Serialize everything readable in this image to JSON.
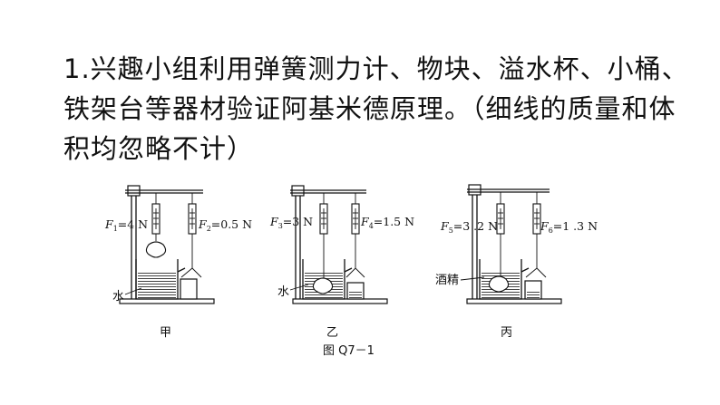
{
  "question": {
    "text": "1.兴趣小组利用弹簧测力计、物块、溢水杯、小桶、铁架台等器材验证阿基米德原理。（细线的质量和体积均忽略不计）"
  },
  "setups": [
    {
      "caption": "甲",
      "liquid_label": "水",
      "left_reading": {
        "sym": "F",
        "sub": "1",
        "val": "=4 N"
      },
      "right_reading": {
        "sym": "F",
        "sub": "2",
        "val": "=0.5 N"
      }
    },
    {
      "caption": "乙",
      "liquid_label": "水",
      "left_reading": {
        "sym": "F",
        "sub": "3",
        "val": "=3 N"
      },
      "right_reading": {
        "sym": "F",
        "sub": "4",
        "val": "=1.5 N"
      }
    },
    {
      "caption": "丙",
      "liquid_label": "酒精",
      "left_reading": {
        "sym": "F",
        "sub": "5",
        "val": "=3 .2 N"
      },
      "right_reading": {
        "sym": "F",
        "sub": "6",
        "val": "=1 .3 N"
      }
    }
  ],
  "figure_caption": "图 Q7－1"
}
